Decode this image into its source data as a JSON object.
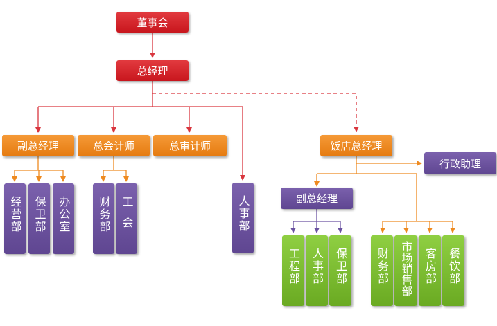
{
  "nodes": {
    "board": "董事会",
    "general_manager": "总经理",
    "deputy_gm": "副总经理",
    "chief_accountant": "总会计师",
    "chief_auditor": "总审计师",
    "hotel_gm": "饭店总经理",
    "admin_assistant": "行政助理",
    "hotel_deputy_gm": "副总经理",
    "hr": "人事部",
    "operations": "经营部",
    "security": "保卫部",
    "office": "办公室",
    "finance": "财务部",
    "union": "工会",
    "engineering": "工程部",
    "hotel_hr": "人事部",
    "hotel_security": "保卫部",
    "hotel_finance": "财务部",
    "marketing": "市场销售部",
    "rooms": "客房部",
    "catering": "餐饮部"
  },
  "colors": {
    "red": "#d0202a",
    "orange": "#ee8a20",
    "purple": "#6a52a0",
    "green": "#7cbd30",
    "connector_red": "#d9363e",
    "connector_orange": "#ee8a20",
    "connector_purple": "#6a52a0"
  }
}
